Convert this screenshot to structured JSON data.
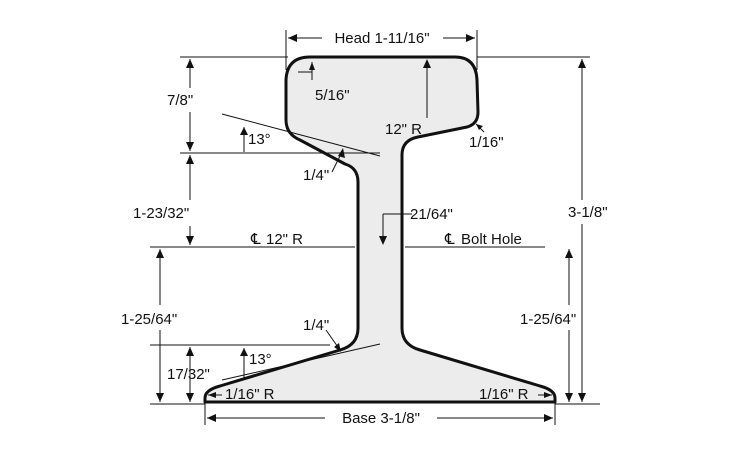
{
  "labels": {
    "head": "Head 1-11/16\"",
    "base": "Base 3-1/8\"",
    "height": "3-1/8\"",
    "head_depth": "7/8\"",
    "web_height": "1-23/32\"",
    "neutral_left": "1-25/64\"",
    "neutral_right": "1-25/64\"",
    "base_depth": "17/32\"",
    "head_corner": "5/16\"",
    "crown_radius": "12\" R",
    "head_edge_radius": "1/16\"",
    "angle_upper": "13°",
    "angle_lower": "13°",
    "fillet_upper": "1/4\"",
    "fillet_lower": "1/4\"",
    "web_thickness": "21/64\"",
    "web_radius": "12\" R",
    "bolt_hole": "Bolt Hole",
    "base_radius_left": "1/16\" R",
    "base_radius_right": "1/16\" R"
  },
  "symbols": {
    "centerline": "℄"
  },
  "colors": {
    "line": "#111111",
    "fill": "#ececec"
  }
}
